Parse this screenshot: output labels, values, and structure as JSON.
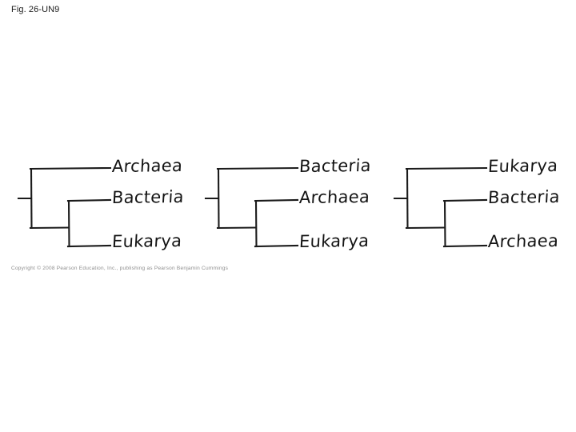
{
  "slide": {
    "figure_label": "Fig. 26-UN9",
    "copyright": "Copyright © 2008 Pearson Education, Inc., publishing as Pearson Benjamin Cummings",
    "background_color": "#ffffff",
    "line_color": "#1b1b1b",
    "text_color": "#141414"
  },
  "diagram": {
    "type": "cladogram-set",
    "count": 3,
    "description": "Three alternative rooted phylogenetic trees of the three domains of life",
    "trees": [
      {
        "index": 1,
        "tips": [
          "Archaea",
          "Bacteria",
          "Eukarya"
        ],
        "outgroup": "Archaea",
        "sister_clade": [
          "Bacteria",
          "Eukarya"
        ],
        "topology": "(Archaea,(Bacteria,Eukarya))"
      },
      {
        "index": 2,
        "tips": [
          "Bacteria",
          "Archaea",
          "Eukarya"
        ],
        "outgroup": "Bacteria",
        "sister_clade": [
          "Archaea",
          "Eukarya"
        ],
        "topology": "(Bacteria,(Archaea,Eukarya))"
      },
      {
        "index": 3,
        "tips": [
          "Eukarya",
          "Bacteria",
          "Archaea"
        ],
        "outgroup": "Eukarya",
        "sister_clade": [
          "Bacteria",
          "Archaea"
        ],
        "topology": "(Eukarya,(Bacteria,Archaea))"
      }
    ]
  }
}
